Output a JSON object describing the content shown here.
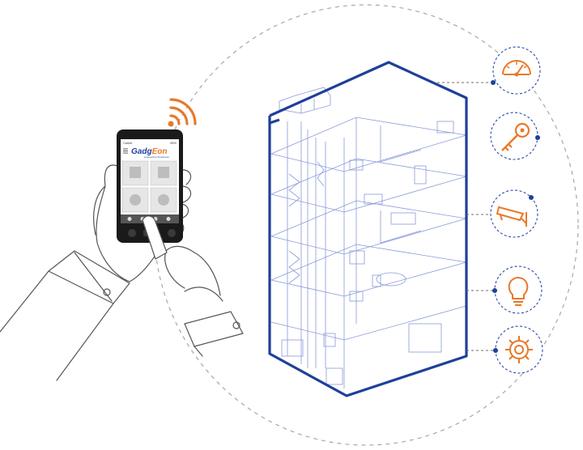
{
  "phone": {
    "brand_part1": "Gadg",
    "brand_part2": "Eon",
    "tagline": "engineering Smartness",
    "status_left": "Carrier",
    "status_right": "85%"
  },
  "colors": {
    "accent_orange": "#e8792a",
    "building_blue": "#1f3f9a",
    "line_blue": "#4a63c4",
    "sketch_gray": "#555555",
    "dash_gray": "#9a9a9a"
  },
  "icons": [
    {
      "name": "gauge-icon"
    },
    {
      "name": "key-icon"
    },
    {
      "name": "security-camera-icon"
    },
    {
      "name": "light-bulb-icon"
    },
    {
      "name": "settings-gear-icon"
    }
  ]
}
